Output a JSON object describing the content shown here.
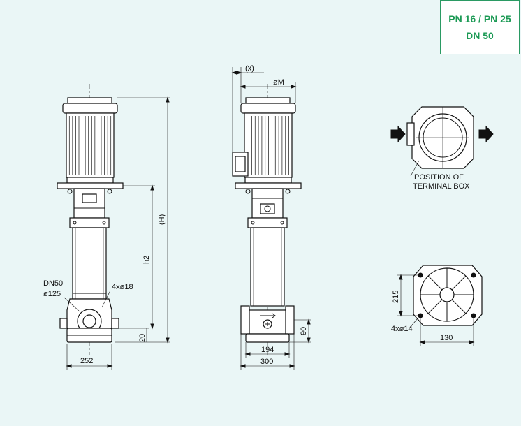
{
  "spec_box": {
    "line1": "PN 16 / PN 25",
    "line2": "DN 50"
  },
  "front_view": {
    "inlet_dn": "DN50",
    "inlet_dia": "ø125",
    "bolt_holes": "4xø18",
    "width": "252",
    "height_total": "(H)",
    "height_h2": "h2",
    "base_height": "20"
  },
  "side_view": {
    "offset_x": "(x)",
    "motor_dia": "øM",
    "inner_width": "194",
    "outer_width": "300",
    "inlet_height": "90"
  },
  "terminal_box": {
    "label_line1": "POSITION OF",
    "label_line2": "TERMINAL BOX"
  },
  "base_view": {
    "depth": "215",
    "holes": "4xø14",
    "width": "130"
  }
}
